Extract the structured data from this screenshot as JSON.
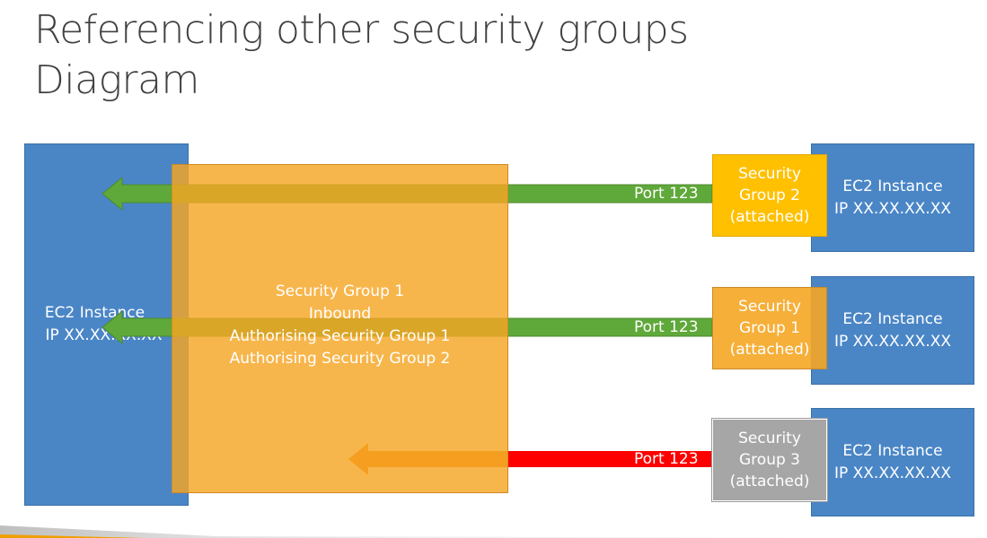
{
  "title": {
    "line1": "Referencing other security groups",
    "line2": "Diagram"
  },
  "left_instance": {
    "line1": "EC2 Instance",
    "line2": "IP XX.XX.XX.XX"
  },
  "security_group_main": {
    "line1": "Security Group 1",
    "line2": "Inbound",
    "line3": "Authorising Security Group 1",
    "line4": "Authorising Security Group 2"
  },
  "rows": [
    {
      "port_label": "Port 123",
      "sg_line1": "Security",
      "sg_line2": "Group 2",
      "sg_line3": "(attached)",
      "instance_line1": "EC2 Instance",
      "instance_line2": "IP XX.XX.XX.XX",
      "arrow_color": "#5fa83a",
      "status": "allowed"
    },
    {
      "port_label": "Port 123",
      "sg_line1": "Security",
      "sg_line2": "Group 1",
      "sg_line3": "(attached)",
      "instance_line1": "EC2 Instance",
      "instance_line2": "IP XX.XX.XX.XX",
      "arrow_color": "#5fa83a",
      "status": "allowed"
    },
    {
      "port_label": "Port 123",
      "sg_line1": "Security",
      "sg_line2": "Group 3",
      "sg_line3": "(attached)",
      "instance_line1": "EC2 Instance",
      "instance_line2": "IP XX.XX.XX.XX",
      "arrow_color": "#ff0000",
      "status": "blocked"
    }
  ],
  "colors": {
    "ec2_blue": "#4a86c6",
    "sg_orange": "#f5a624",
    "sg2_yellow": "#ffc000",
    "sg3_gray": "#a6a6a6",
    "allowed_green": "#5fa83a",
    "blocked_red": "#ff0000",
    "blocked_arrow_head": "#f07a10"
  }
}
